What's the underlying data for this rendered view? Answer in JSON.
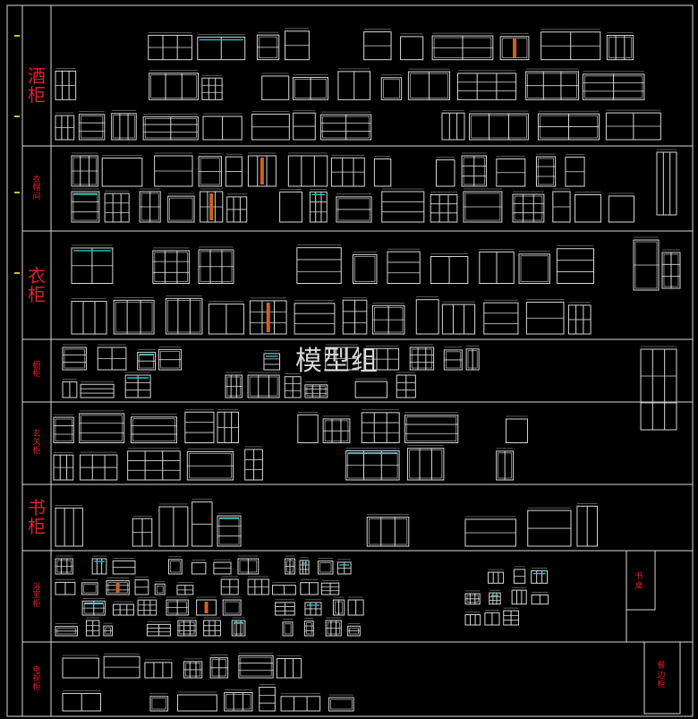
{
  "watermark": "模型组",
  "rows": [
    {
      "id": "wine",
      "label": "酒柜",
      "size": "big"
    },
    {
      "id": "cloakroom",
      "label": "衣帽间",
      "size": "small"
    },
    {
      "id": "wardrobe",
      "label": "衣柜",
      "size": "big"
    },
    {
      "id": "cabinet",
      "label": "橱柜",
      "size": "small"
    },
    {
      "id": "entrance",
      "label": "玄关柜",
      "size": "small"
    },
    {
      "id": "book",
      "label": "书柜",
      "size": "big"
    },
    {
      "id": "bath",
      "label": "浴室柜",
      "size": "small"
    },
    {
      "id": "tv",
      "label": "电视柜",
      "size": "small"
    }
  ],
  "side_labels": {
    "desk": "书桌",
    "sideboard": "餐边柜"
  },
  "colors": {
    "background": "#000000",
    "lines": "#d8d8d8",
    "label": "#e0202a",
    "accent_cyan": "#20c8d0",
    "accent_orange": "#d06020",
    "accent_green": "#20c040"
  }
}
